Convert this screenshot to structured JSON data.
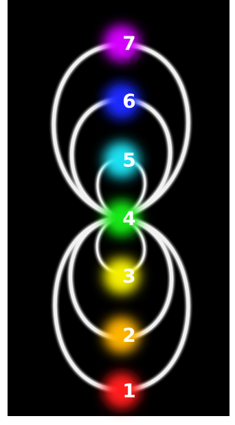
{
  "diagram": {
    "nodes": [
      {
        "label": "7",
        "color": "#d400ff"
      },
      {
        "label": "6",
        "color": "#1a2cff"
      },
      {
        "label": "5",
        "color": "#1ae0f0"
      },
      {
        "label": "4",
        "color": "#19e619"
      },
      {
        "label": "3",
        "color": "#f5f000"
      },
      {
        "label": "2",
        "color": "#ffb300"
      },
      {
        "label": "1",
        "color": "#ff1a1a"
      }
    ],
    "loop_color": "#f2f2f2",
    "background_color": "#000000"
  }
}
